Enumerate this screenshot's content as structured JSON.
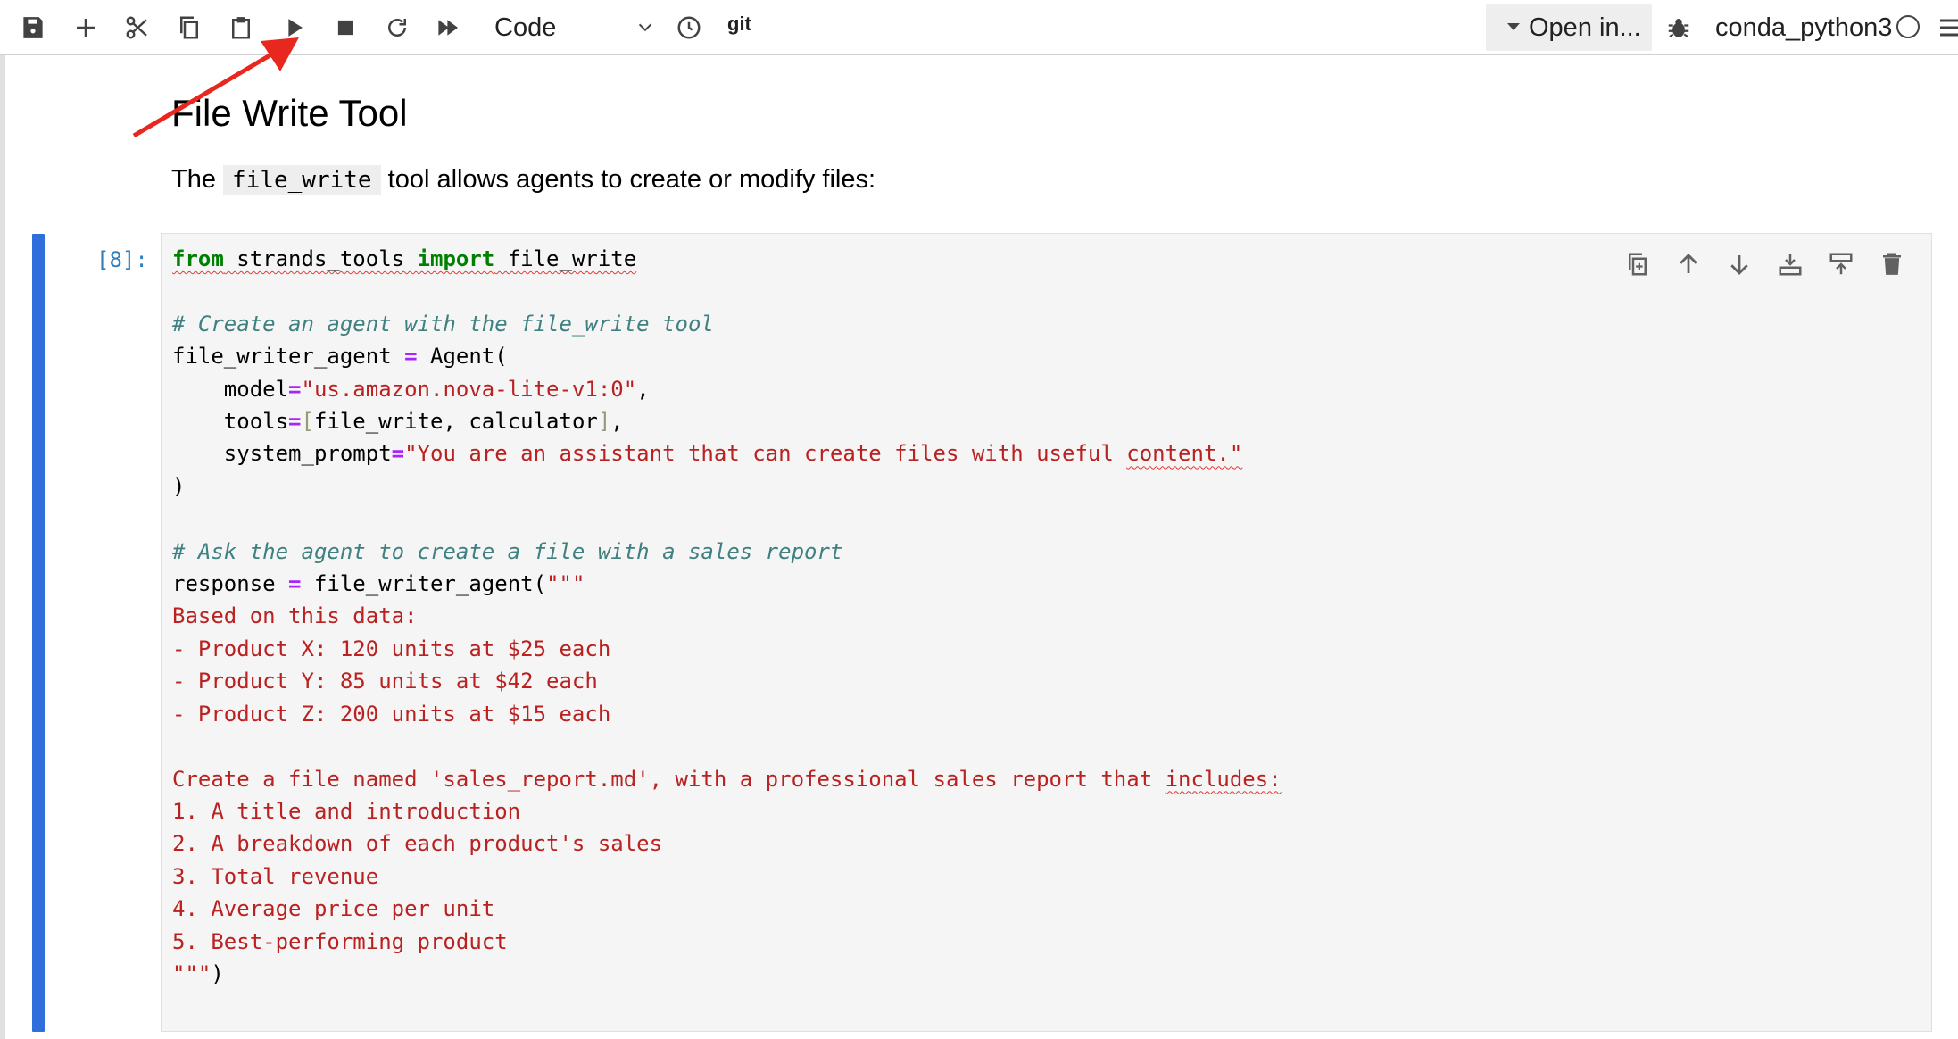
{
  "toolbar": {
    "cell_type": "Code",
    "git_label": "git",
    "open_in_label": "Open in...",
    "kernel_name": "conda_python3",
    "icons": [
      "save-icon",
      "add-icon",
      "cut-icon",
      "copy-icon",
      "paste-icon",
      "run-icon",
      "stop-icon",
      "restart-icon",
      "fast-forward-icon",
      "clock-icon",
      "debug-icon",
      "menu-icon"
    ]
  },
  "markdown": {
    "title": "File Write Tool",
    "para_before": "The ",
    "para_code": "file_write",
    "para_after": " tool allows agents to create or modify files:"
  },
  "cell": {
    "prompt": "[8]:",
    "tool_icons": [
      "duplicate-icon",
      "move-up-icon",
      "move-down-icon",
      "insert-below-icon",
      "insert-above-icon",
      "delete-icon"
    ],
    "code": {
      "l1_from": "from",
      "l1_mod": " strands_tools ",
      "l1_import": "import",
      "l1_name": " file_write",
      "l3_comment": "# Create an agent with the file_write tool",
      "l4_a": "file_writer_agent ",
      "l4_eq": "=",
      "l4_b": " Agent(",
      "l5_a": "    model",
      "l5_eq": "=",
      "l5_str": "\"us.amazon.nova-lite-v1:0\"",
      "l5_b": ",",
      "l6_a": "    tools",
      "l6_eq": "=",
      "l6_lb": "[",
      "l6_b": "file_write, calculator",
      "l6_rb": "]",
      "l6_c": ",",
      "l7_a": "    system_prompt",
      "l7_eq": "=",
      "l7_str1": "\"You are an assistant that can create files with useful ",
      "l7_str2": "content.\"",
      "l8": ")",
      "l10_comment": "# Ask the agent to create a file with a sales report",
      "l11_a": "response ",
      "l11_eq": "=",
      "l11_b": " file_writer_agent(",
      "l11_str": "\"\"\"",
      "l12": "Based on this data:",
      "l13": "- Product X: 120 units at $25 each",
      "l14": "- Product Y: 85 units at $42 each",
      "l15": "- Product Z: 200 units at $15 each",
      "l17a": "Create a file named 'sales_report.md', with a professional sales report that ",
      "l17b": "includes:",
      "l18": "1. A title and introduction",
      "l19": "2. A breakdown of each product's sales",
      "l20": "3. Total revenue",
      "l21": "4. Average price per unit",
      "l22": "5. Best-performing product",
      "l23_str": "\"\"\"",
      "l23_b": ")"
    }
  },
  "colors": {
    "accent": "#2f6fdb",
    "annotation_arrow": "#e8281e",
    "keyword": "#008000",
    "string": "#ba2121",
    "comment": "#408080",
    "operator": "#aa22ff"
  }
}
